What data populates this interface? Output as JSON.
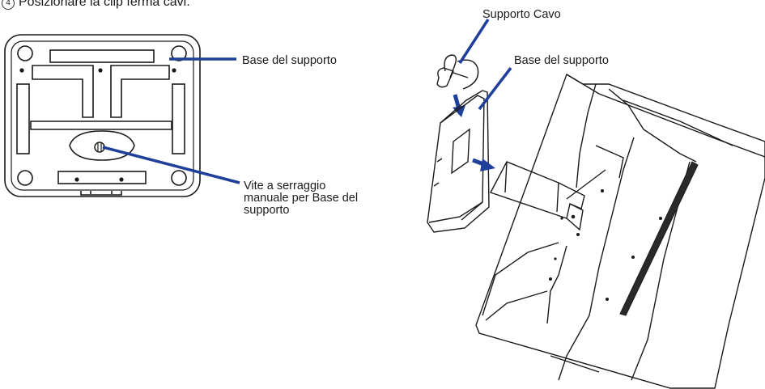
{
  "step": {
    "number": "4",
    "text": "Posizionare la clip ferma cavi."
  },
  "labels": {
    "stand_base_left": "Base del supporto",
    "screw_line1": "Vite a serraggio",
    "screw_line2": "manuale per Base del",
    "screw_line3": "supporto",
    "cable_holder": "Supporto Cavo",
    "stand_base_right": "Base del supporto"
  },
  "colors": {
    "leader": "#1f3f9a",
    "drawing": "#1a1a1a"
  }
}
